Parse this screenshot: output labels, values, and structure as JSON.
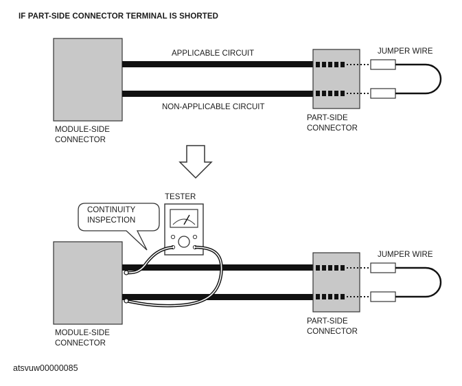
{
  "title": "IF PART-SIDE CONNECTOR TERMINAL IS SHORTED",
  "top": {
    "applicable_circuit": "APPLICABLE CIRCUIT",
    "non_applicable_circuit": "NON-APPLICABLE CIRCUIT",
    "jumper_wire": "JUMPER WIRE",
    "module_side_line1": "MODULE-SIDE",
    "module_side_line2": "CONNECTOR",
    "part_side_line1": "PART-SIDE",
    "part_side_line2": "CONNECTOR"
  },
  "bottom": {
    "tester": "TESTER",
    "continuity_line1": "CONTINUITY",
    "continuity_line2": "INSPECTION",
    "jumper_wire": "JUMPER WIRE",
    "module_side_line1": "MODULE-SIDE",
    "module_side_line2": "CONNECTOR",
    "part_side_line1": "PART-SIDE",
    "part_side_line2": "CONNECTOR"
  },
  "figure_id": "atsvuw00000085",
  "colors": {
    "connector_fill": "#c8c8c8",
    "wire": "#111111",
    "outline": "#333333"
  }
}
